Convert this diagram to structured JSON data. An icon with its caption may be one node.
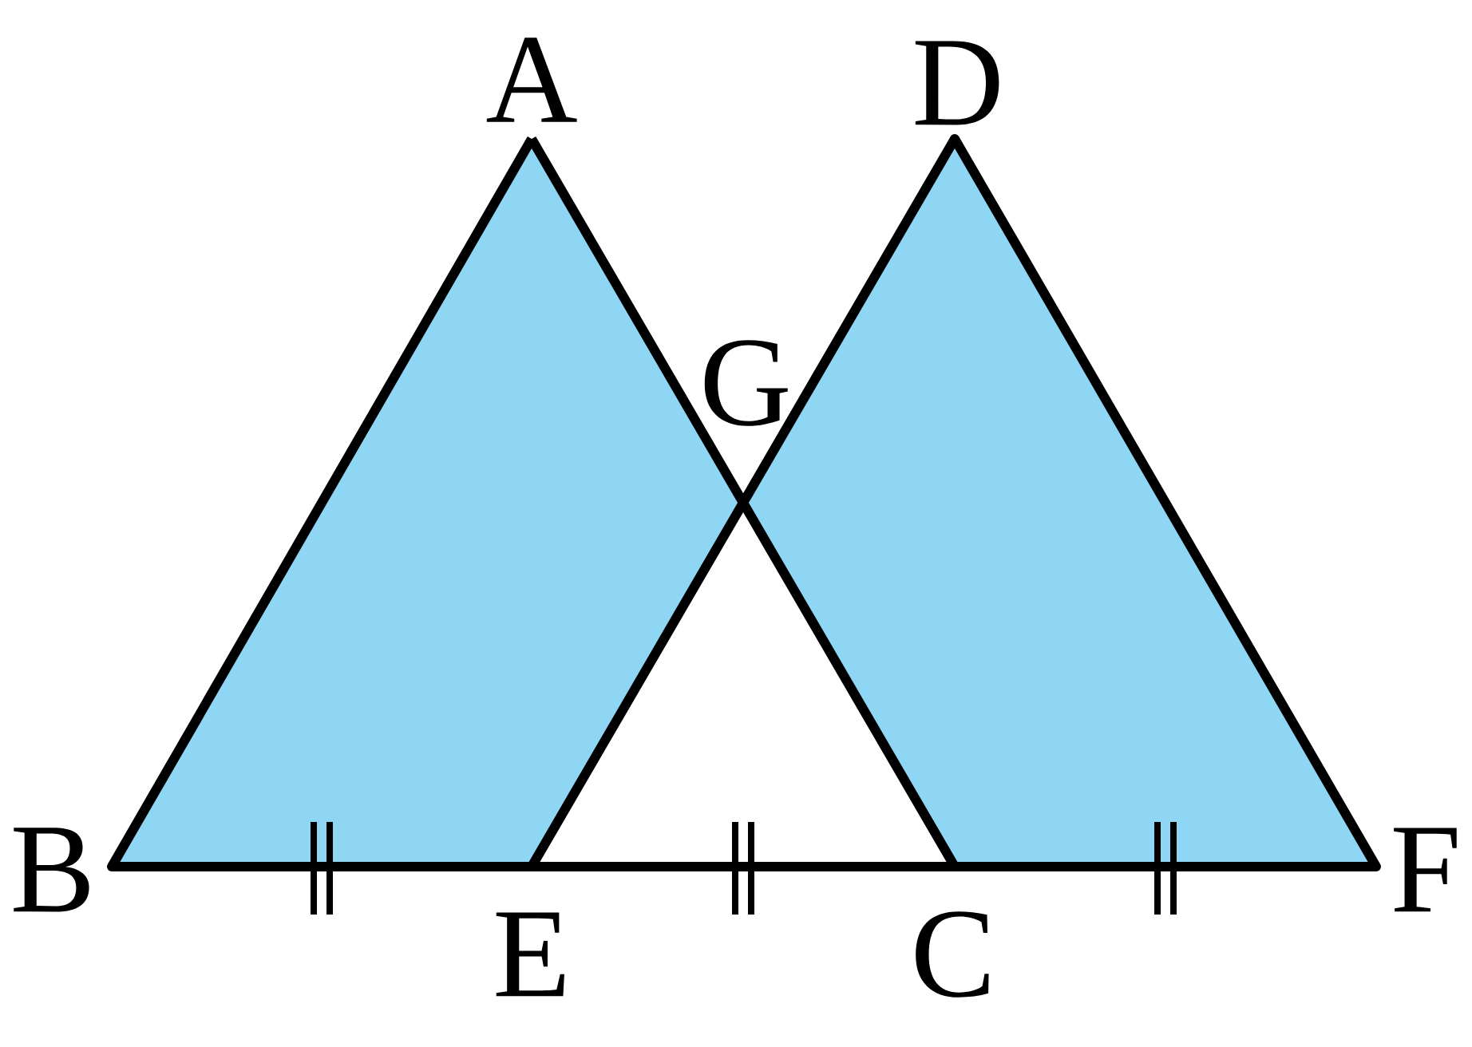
{
  "diagram": {
    "labels": [
      "A",
      "D",
      "G",
      "B",
      "F",
      "E",
      "C"
    ]
  }
}
